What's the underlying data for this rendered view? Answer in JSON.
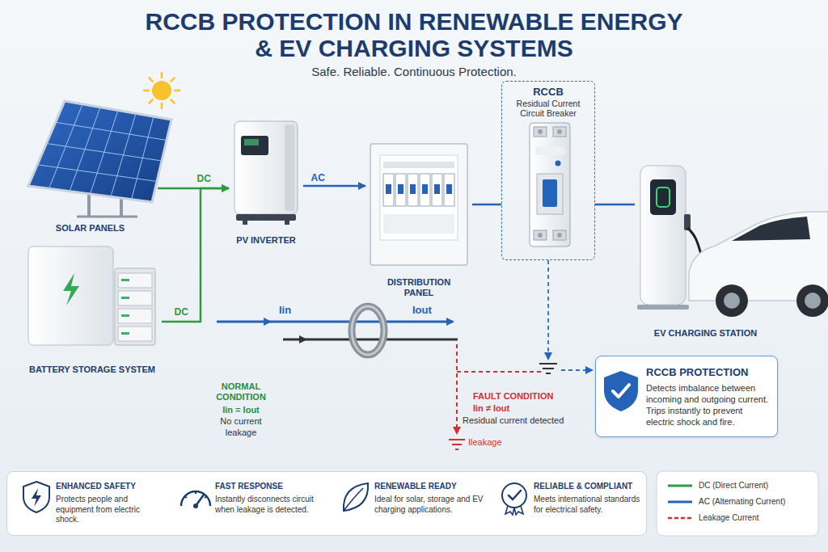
{
  "diagram": {
    "title": "RCCB PROTECTION IN RENEWABLE ENERGY & EV CHARGING SYSTEMS",
    "nodes": [
      {
        "text": [
          "SOLAR PANELS"
        ]
      },
      {
        "text": [
          "PV INVERTER"
        ]
      },
      {
        "text": [
          "DISTRIBUTION PANEL"
        ]
      },
      {
        "text": [
          "RCCB",
          "Residual Current Circuit Breaker"
        ]
      },
      {
        "text": [
          "EV CHARGING STATION"
        ]
      },
      {
        "text": [
          "BATTERY STORAGE SYSTEM"
        ]
      },
      {
        "text": [
          "RCCB PROTECTION",
          "Detects imbalance between incoming and outgoing current. Trips instantly to prevent electric shock and fire."
        ]
      },
      {
        "text": [
          "ENHANCED SAFETY",
          "Protects people and equipment from electric shock.",
          "FAST RESPONSE",
          "Instantly disconnects circuit when leakage is detected.",
          "RENEWABLE READY",
          "Ideal for solar, storage and EV charging applications.",
          "RELIABLE & COMPLIANT",
          "Meets international standards for electrical safety."
        ]
      }
    ],
    "edges": [
      {
        "from": 0,
        "to": 1,
        "label": "DC",
        "arrow": "to"
      },
      {
        "from": 5,
        "to": 1,
        "label": "DC",
        "arrow": "to"
      },
      {
        "from": 1,
        "to": 2,
        "label": "AC",
        "arrow": "to"
      },
      {
        "from": 2,
        "to": 3,
        "arrow": "none"
      },
      {
        "from": 3,
        "to": 4,
        "arrow": "none"
      }
    ],
    "labels": [
      "Safe. Reliable. Continuous Protection.",
      "Iin",
      "Iout",
      "NORMAL CONDITION",
      "Iin = Iout",
      "No current leakage",
      "FAULT CONDITION",
      "Iin ≠ Iout",
      "Residual current detected",
      "Ileakage"
    ],
    "legend": [
      {
        "text": "DC (Direct Current)"
      },
      {
        "text": "AC (Alternating Current)"
      },
      {
        "text": "Leakage Current"
      }
    ]
  }
}
